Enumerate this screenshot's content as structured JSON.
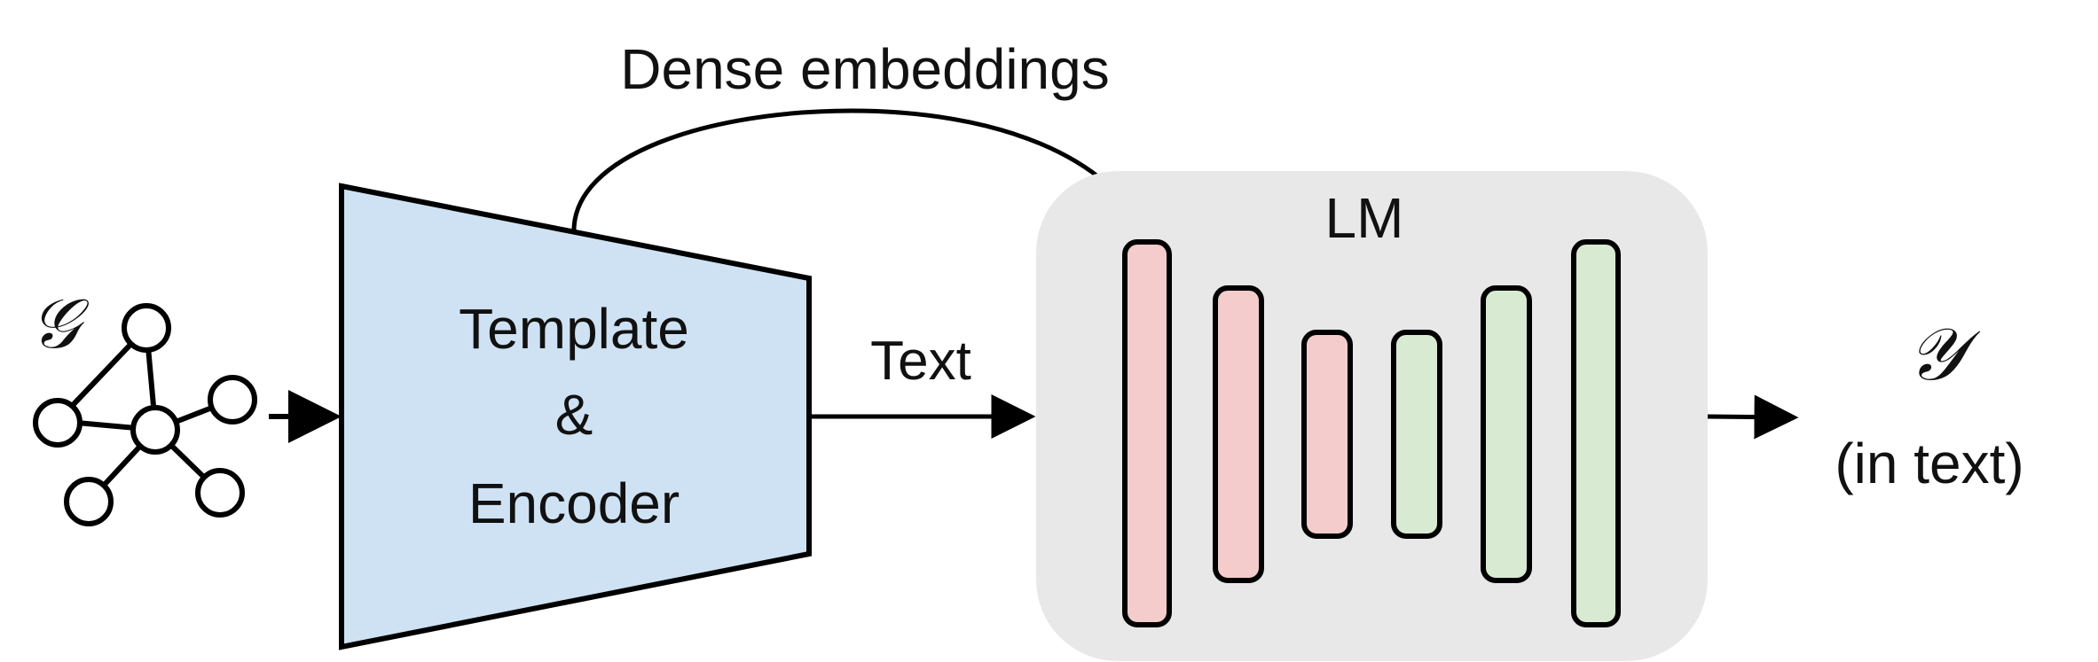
{
  "graph": {
    "symbol": "𝒢"
  },
  "encoder": {
    "line1": "Template",
    "line2": "&",
    "line3": "Encoder",
    "fill_color": "#cfe2f3"
  },
  "labels": {
    "dense_embeddings": "Dense embeddings",
    "text_arrow": "Text"
  },
  "lm": {
    "title": "LM",
    "background_color": "#e8e8e8",
    "layers": [
      {
        "kind": "pink"
      },
      {
        "kind": "pink"
      },
      {
        "kind": "pink"
      },
      {
        "kind": "green"
      },
      {
        "kind": "green"
      },
      {
        "kind": "green"
      }
    ],
    "colors": {
      "pink": "#f4cccc",
      "green": "#d9ead3"
    }
  },
  "output": {
    "symbol": "𝒴",
    "caption": "(in text)"
  }
}
